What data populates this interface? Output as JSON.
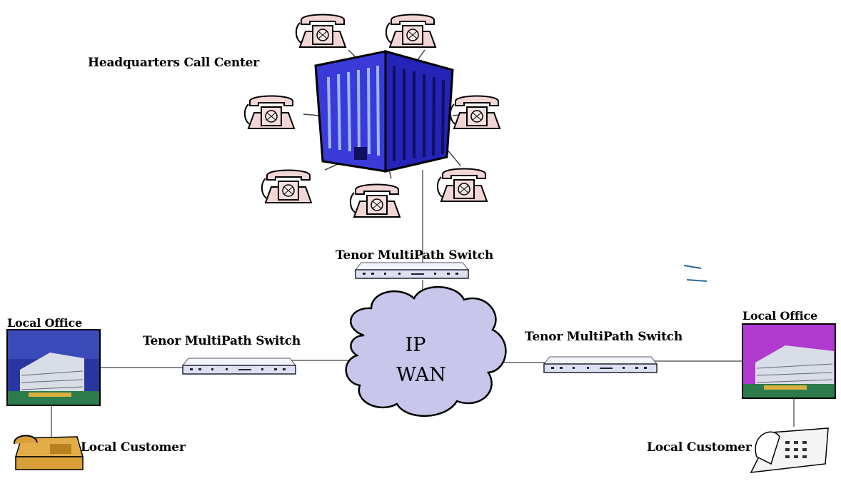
{
  "title": "Headquarters Call Center",
  "cloud": {
    "line1": "IP",
    "line2": "WAN"
  },
  "switches": {
    "hq": "Tenor MultiPath Switch",
    "left": "Tenor MultiPath Switch",
    "right": "Tenor MultiPath Switch"
  },
  "offices": {
    "left": {
      "label": "Local Office",
      "customer": "Local Customer"
    },
    "right": {
      "label": "Local Office",
      "customer": "Local Customer"
    }
  },
  "colors": {
    "building": "#3a3ad8",
    "building_dark": "#1a1a90",
    "cloud": "#c8c6ea",
    "phone": "#f2d6d6",
    "switch": "#dde0f2",
    "office_sky_left": "#2a36a0",
    "office_sky_right": "#b03ad0",
    "fax": "#d9a03a"
  },
  "icons": [
    "office-phone-icon",
    "building-icon",
    "switch-icon",
    "cloud-icon",
    "office-photo-icon",
    "fax-icon",
    "telephone-icon"
  ]
}
